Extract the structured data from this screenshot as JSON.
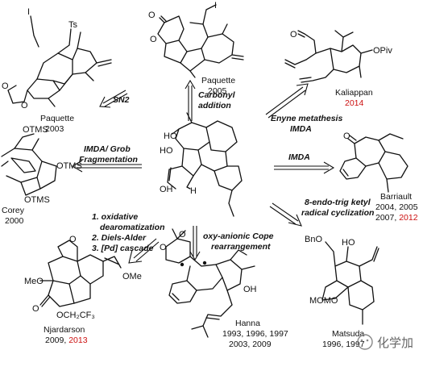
{
  "target": {
    "labels": [
      "HO",
      "HO",
      "OH",
      "H"
    ]
  },
  "routes": {
    "paquette2003": {
      "name": "Paquette",
      "years": "2003",
      "condition": "SN2",
      "labels": [
        "I",
        "Ts",
        "O",
        "O"
      ]
    },
    "paquette2005": {
      "name": "Paquette",
      "years": "2005",
      "condition_l1": "Carbonyl",
      "condition_l2": "addition",
      "labels": [
        "O",
        "O",
        "I"
      ]
    },
    "kaliappan": {
      "name": "Kaliappan",
      "years": "2014",
      "condition_l1": "Enyne metathesis",
      "condition_l2": "IMDA",
      "labels": [
        "O",
        "OPiv"
      ]
    },
    "corey": {
      "name": "Corey",
      "years": "2000",
      "condition_l1": "IMDA/ Grob",
      "condition_l2": "Fragmentation",
      "labels": [
        "OTMS",
        "OTMS",
        "OTMS"
      ]
    },
    "barriault": {
      "name": "Barriault",
      "years_l1": "2004, 2005",
      "years_l2_a": "2007, ",
      "years_l2_b": "2012",
      "condition": "IMDA",
      "labels": [
        "O"
      ]
    },
    "njardarson": {
      "name": "Njardarson",
      "years_a": "2009, ",
      "years_b": "2013",
      "condition_l1": "1. oxidative",
      "condition_l2": "dearomatization",
      "condition_l3": "2. Diels-Alder",
      "condition_l4": "3. [Pd] cascade",
      "labels": [
        "O",
        "MeO",
        "O",
        "OMe",
        "OCH₂CF₃"
      ]
    },
    "hanna": {
      "name": "Hanna",
      "years_l1": "1993, 1996, 1997",
      "years_l2": "2003, 2009",
      "condition_l1": "oxy-anionic Cope",
      "condition_l2": "rearrangement",
      "labels": [
        "O",
        "O",
        "OH"
      ]
    },
    "matsuda": {
      "name": "Matsuda",
      "years": "1996, 1997",
      "condition_l1": "8-endo-trig ketyl",
      "condition_l2": "radical cyclization",
      "labels": [
        "BnO",
        "HO",
        "MOMO"
      ]
    }
  },
  "watermark": "化学加",
  "colors": {
    "highlight": "#cc1111",
    "ink": "#111111"
  }
}
